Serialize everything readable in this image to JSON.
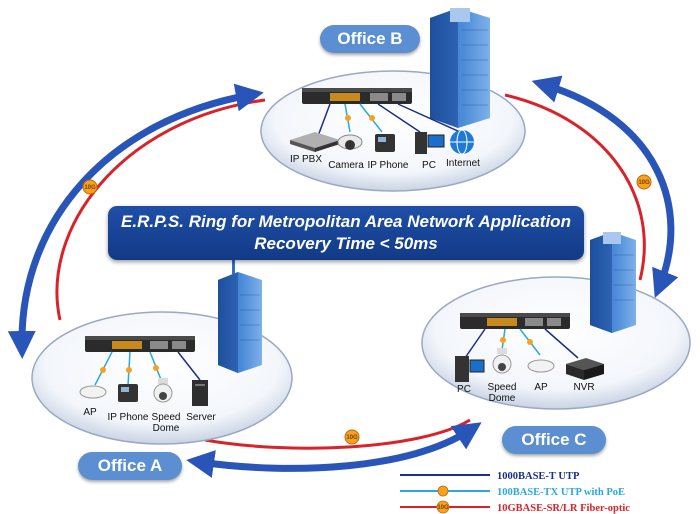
{
  "title": {
    "line1": "E.R.P.S. Ring for Metropolitan Area Network Application",
    "line2": "Recovery Time < 50ms"
  },
  "offices": {
    "a": {
      "name": "Office A",
      "devices": [
        "AP",
        "IP Phone",
        "Speed Dome",
        "Server"
      ]
    },
    "b": {
      "name": "Office B",
      "devices": [
        "IP PBX",
        "Camera",
        "IP Phone",
        "PC",
        "Internet"
      ]
    },
    "c": {
      "name": "Office C",
      "devices": [
        "PC",
        "Speed Dome",
        "AP",
        "NVR"
      ]
    }
  },
  "ring_tag": "10G",
  "legend": [
    {
      "label": "1000BASE-T UTP",
      "color": "#1a2f8a"
    },
    {
      "label": "100BASE-TX UTP with PoE",
      "color": "#2aa8e0"
    },
    {
      "label": "10GBASE-SR/LR Fiber-optic",
      "color": "#d8232a"
    }
  ],
  "colors": {
    "fiber": "#d8232a",
    "ring_arrow": "#2a55b8",
    "utp": "#1a2f8a",
    "poe": "#2aa8e0",
    "office_pill": "#5b8fd1",
    "title_box": "#1f4fa7"
  }
}
